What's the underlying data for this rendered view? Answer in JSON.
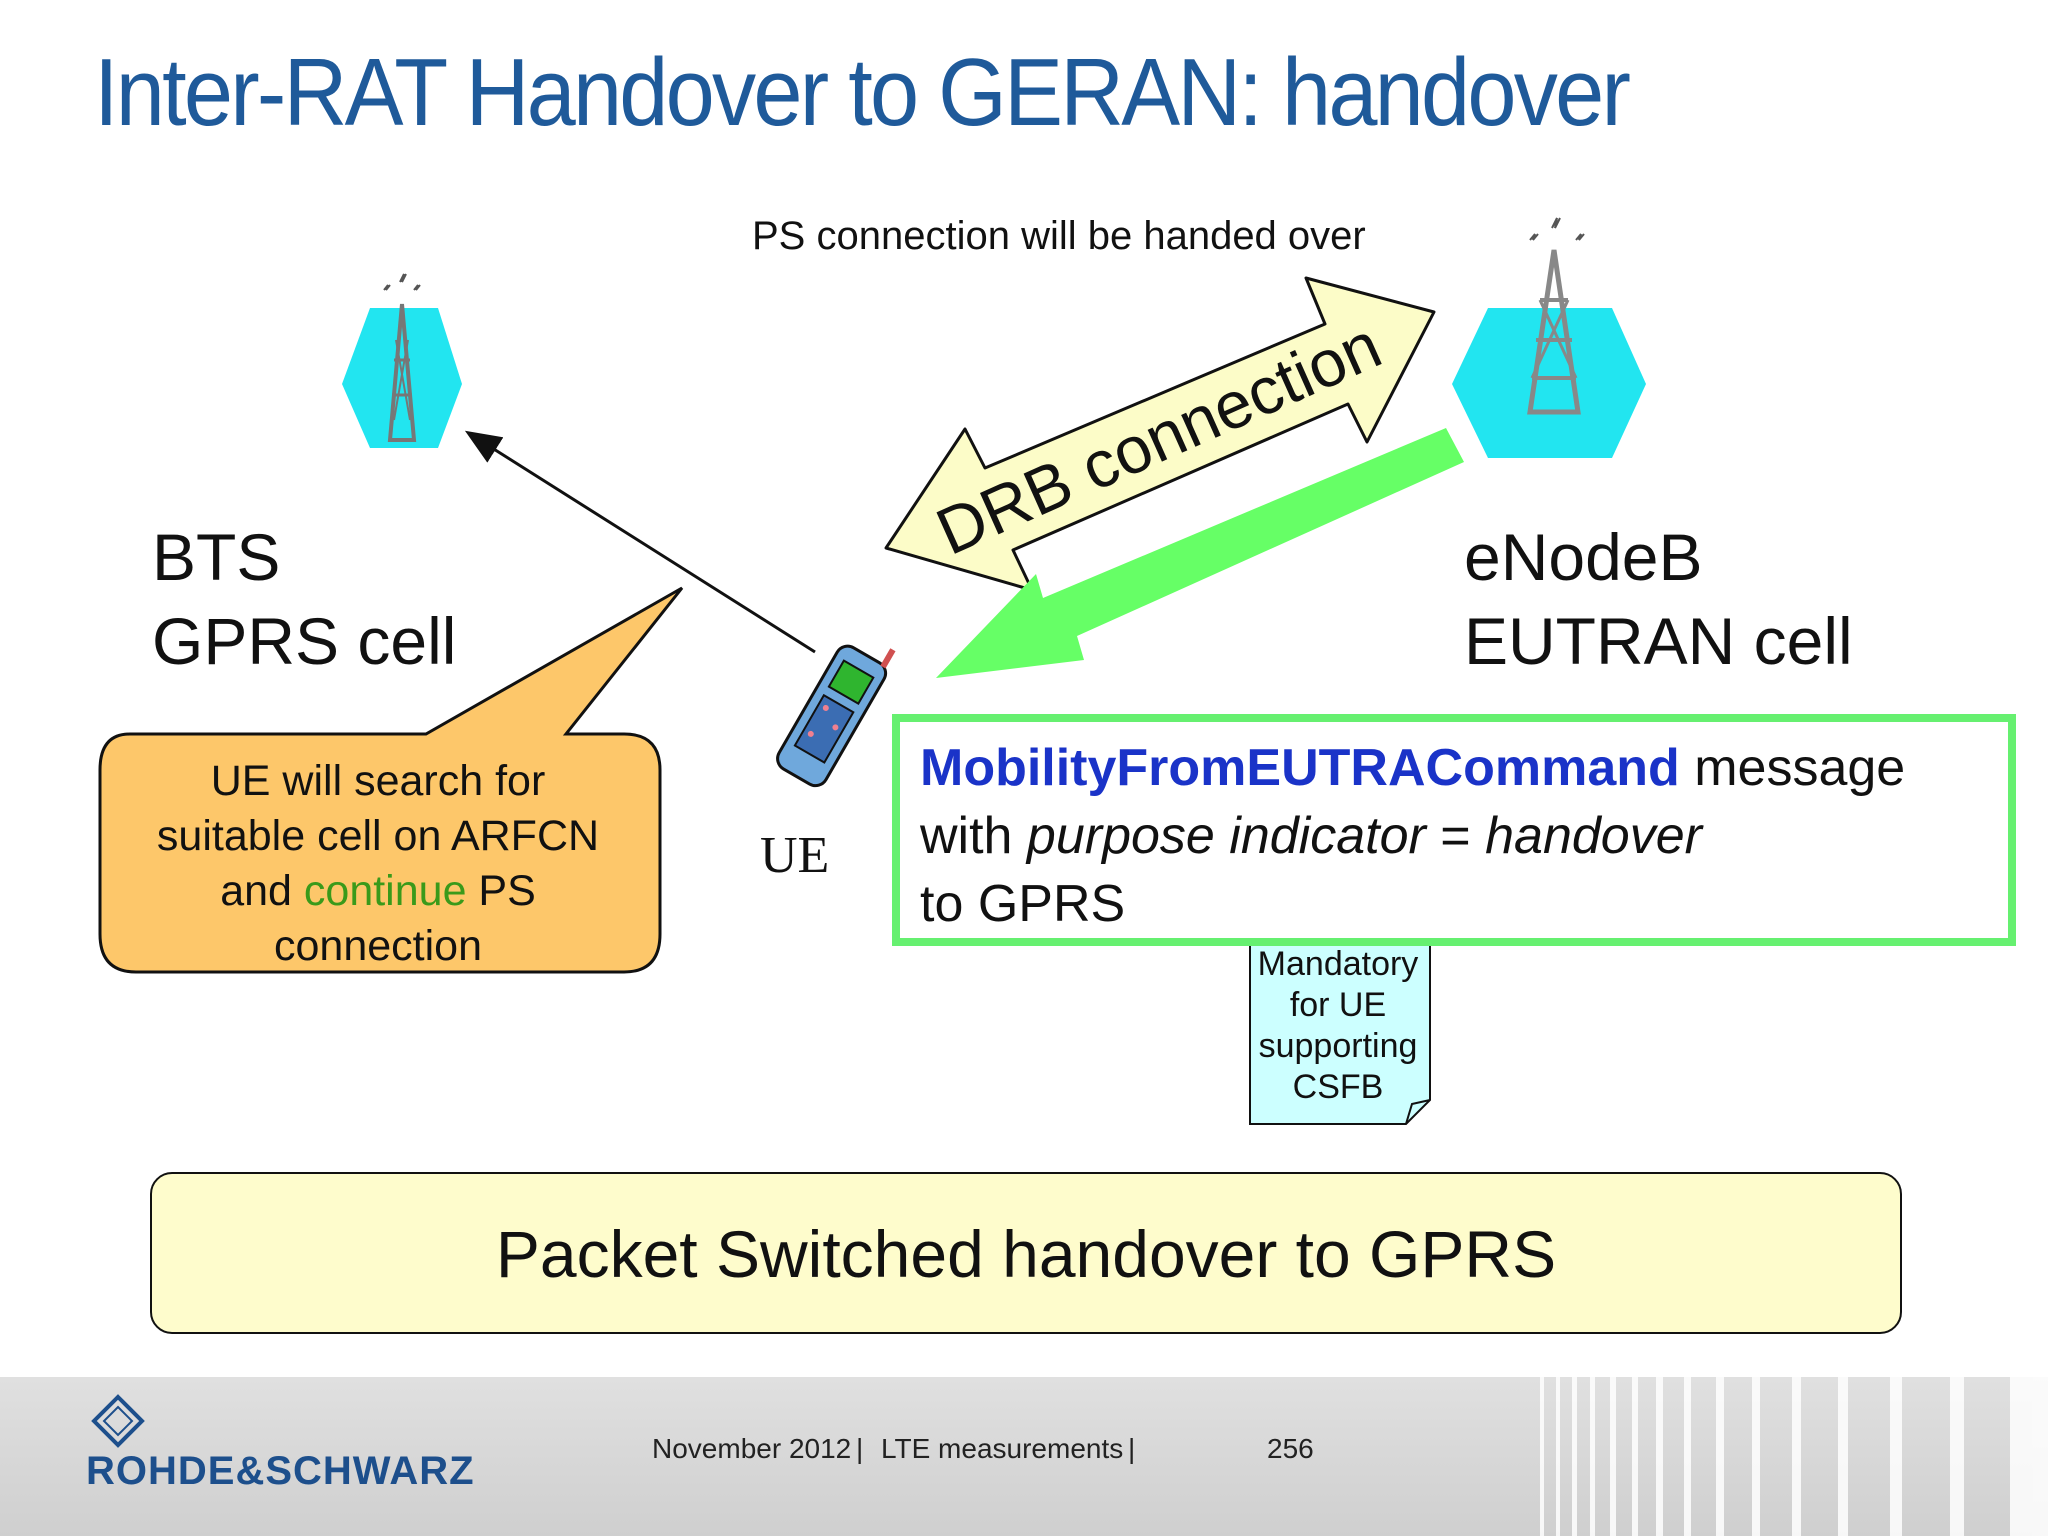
{
  "title": "Inter-RAT Handover to GERAN: handover",
  "ps_connection_label": "PS connection will be handed over",
  "drb_label": "DRB connection",
  "bts": {
    "line1": "BTS",
    "line2": "GPRS cell"
  },
  "enodeb": {
    "line1": "eNodeB",
    "line2": "EUTRAN cell"
  },
  "ue_label": "UE",
  "callout": {
    "line1": "UE will search for",
    "line2": "suitable cell on ARFCN",
    "line3_pre": "and ",
    "line3_highlight": "continue",
    "line3_post": " PS",
    "line4": "connection"
  },
  "message": {
    "command": "MobilityFromEUTRACommand",
    "line1_suffix": " message",
    "line2_pre": "with ",
    "line2_italic1": "purpose indicator",
    "line2_eq": " = ",
    "line2_italic2": "handover",
    "line3": "to GPRS"
  },
  "note": {
    "line1": "Mandatory",
    "line2": "for UE",
    "line3": "supporting",
    "line4": "CSFB"
  },
  "bottom_banner": "Packet Switched handover to GPRS",
  "footer": {
    "company": "ROHDE&SCHWARZ",
    "date": "November 2012",
    "separator1": "|",
    "topic": "LTE measurements",
    "separator2": "|",
    "page": "256"
  },
  "colors": {
    "title": "#1f5a9a",
    "cell_hexagon": "#22e5f0",
    "green_arrow": "#66ff66",
    "drb_arrow": "#fcfcc8",
    "callout": "#fdc76a",
    "command": "#1a33c8",
    "note": "#ccffff",
    "banner": "#fefccc"
  }
}
